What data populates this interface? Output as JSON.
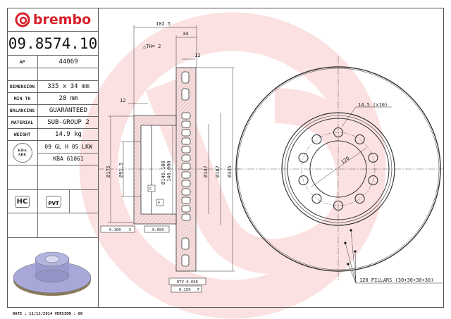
{
  "brand": {
    "name": "brembo",
    "color": "#d8202a"
  },
  "part_number": "09.8574.10",
  "specs": [
    {
      "label": "AP",
      "value": "44069"
    },
    {
      "label": "",
      "value": ""
    },
    {
      "label": "DIMENSION",
      "value": "335 x 34 mm"
    },
    {
      "label": "MIN TH",
      "value": "28 mm"
    },
    {
      "label": "BALANCING",
      "value": "GUARANTEED"
    },
    {
      "label": "MATERIAL",
      "value": "SUB-GROUP 2"
    },
    {
      "label": "WEIGHT",
      "value": "14.9 kg"
    }
  ],
  "kba": {
    "badge": "KBA ABE",
    "line1": "09 GL H 05 LKW",
    "line2": "KBA 61061"
  },
  "badges": {
    "hc": "HC",
    "pvt": "PVT"
  },
  "footer": "DATE : 11/11/2014 VERSION : 00",
  "section_view": {
    "overall_width": "102.5",
    "thickness": "34",
    "delta_th": "△TH= 2",
    "rib_12_top": "12",
    "flange_12": "12",
    "d175": "Ø175",
    "d91_5": "Ø91.5",
    "d146_max": "Ø146.100",
    "d146_min": "146.000",
    "d147": "Ø147",
    "d187": "Ø187",
    "d335": "Ø335",
    "datum_c": "C",
    "datum_f": "F",
    "tol_parallel": "0.100",
    "tol_parallel_ref": "C",
    "tol_flat": "0.050",
    "tol_dtv": "DTV 0.030",
    "tol_runout": "0.150",
    "tol_runout_ref": "F"
  },
  "front_view": {
    "hole_label": "14.5 (x10)",
    "pcd_label": "120",
    "pillars_label": "120 PILLARS (30+30+30+30)",
    "bolt_holes": 10
  }
}
